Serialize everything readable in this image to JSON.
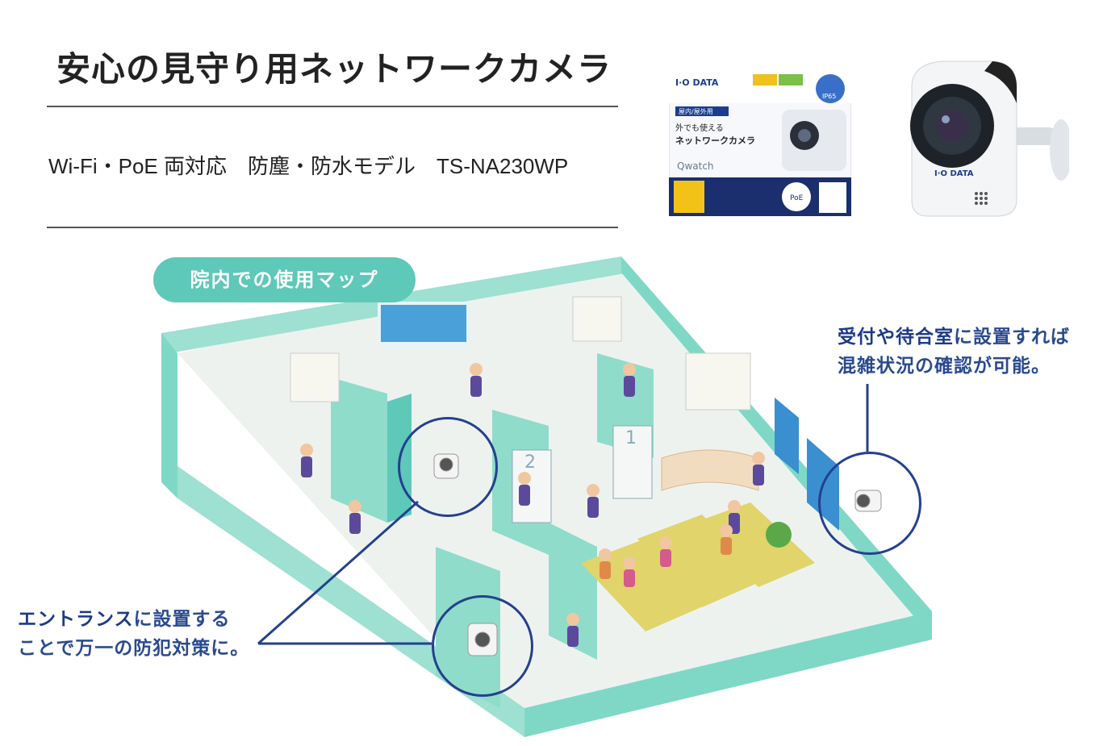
{
  "header": {
    "title": "安心の見守り用ネットワークカメラ",
    "subtitle": "Wi-Fi・PoE 両対応　防塵・防水モデル　TS-NA230WP"
  },
  "product_box": {
    "brand": "I·O DATA",
    "tag": "屋内/屋外用",
    "line1": "外でも使える",
    "line2": "ネットワークカメラ",
    "series": "Qwatch",
    "rating": "IP65",
    "poe": "PoE"
  },
  "product_photo": {
    "brand": "I·O DATA"
  },
  "map": {
    "label": "院内での使用マップ",
    "door_numbers": [
      "2",
      "1"
    ]
  },
  "callouts": {
    "reception_highlight": "受付や待合室",
    "reception_line1_rest": "に設置すれば",
    "reception_line2": "混雑状況の確認が可能。",
    "entrance_highlight": "エントランス",
    "entrance_line1_rest": "に設置する",
    "entrance_line2": "ことで万一の防犯対策に。"
  },
  "colors": {
    "mint": "#5ec8b9",
    "wall": "#7fd8c6",
    "floor": "#eef2ef",
    "callout_blue": "#24408e"
  }
}
